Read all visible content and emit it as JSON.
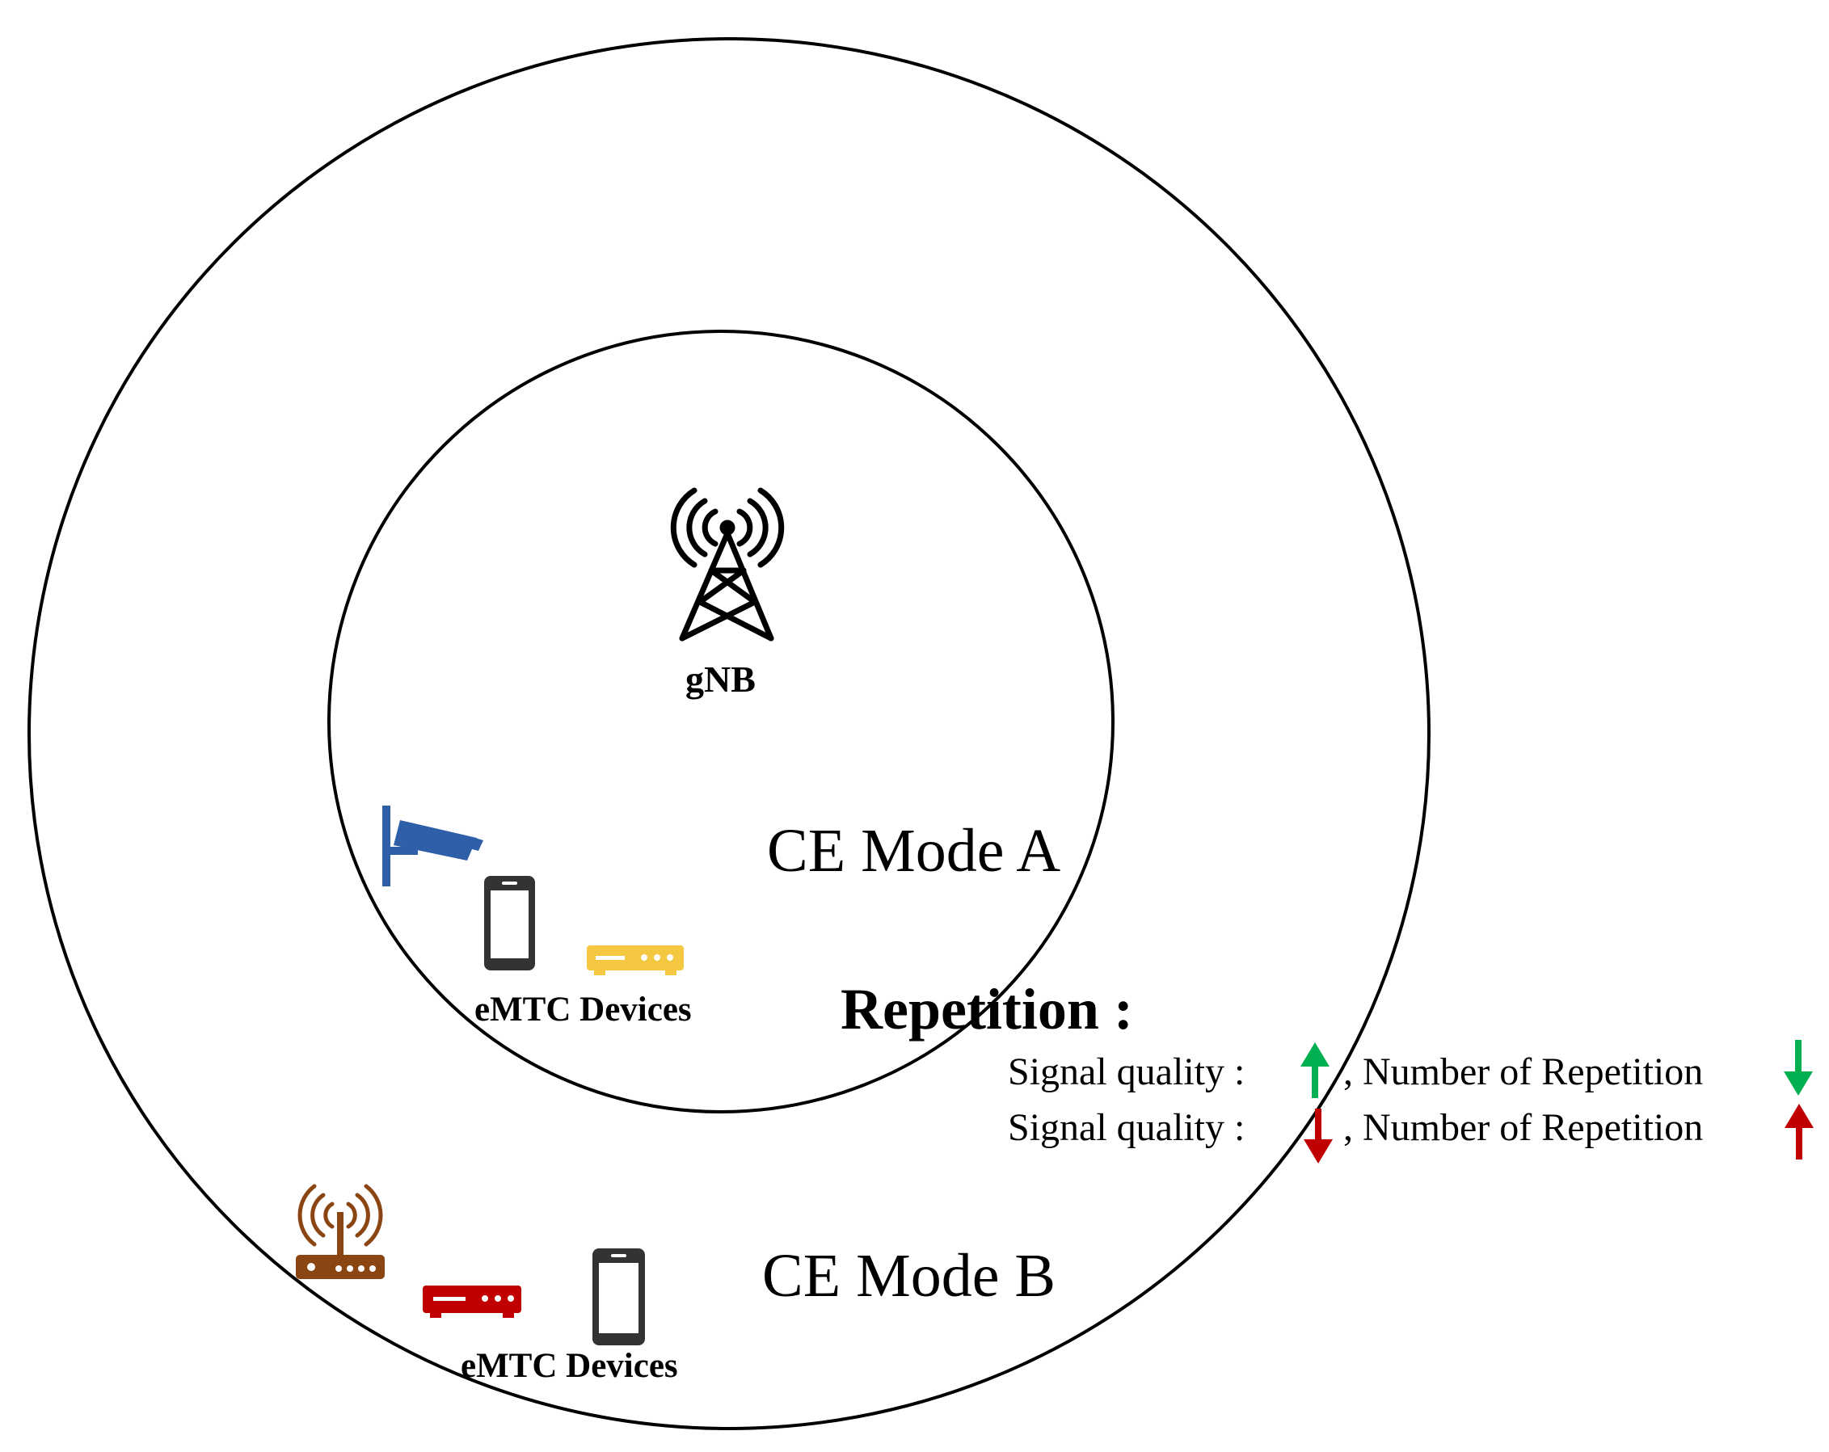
{
  "labels": {
    "gnb": "gNB",
    "ce_mode_a": "CE Mode A",
    "ce_mode_b": "CE Mode B",
    "devices_a": "eMTC Devices",
    "devices_b": "eMTC Devices"
  },
  "repetition": {
    "title": "Repetition :",
    "rows": [
      {
        "signal_quality": "Signal quality :",
        "number_of_repetition": ", Number of Repetition"
      },
      {
        "signal_quality": "Signal quality :",
        "number_of_repetition": ", Number of Repetition"
      }
    ]
  },
  "icons": {
    "tower": "cell-tower-icon",
    "camera": "security-camera-icon",
    "phone": "smartphone-icon",
    "set_top_box": "set-top-box-icon",
    "router": "wifi-router-icon",
    "arrow_up": "arrow-up-icon",
    "arrow_down": "arrow-down-icon"
  },
  "colors": {
    "camera": "#2f5fa8",
    "phone": "#333333",
    "set_top_box_a": "#f5c842",
    "set_top_box_b": "#c00000",
    "router": "#8b4513",
    "arrow_green": "#00b050",
    "arrow_red": "#c00000"
  }
}
